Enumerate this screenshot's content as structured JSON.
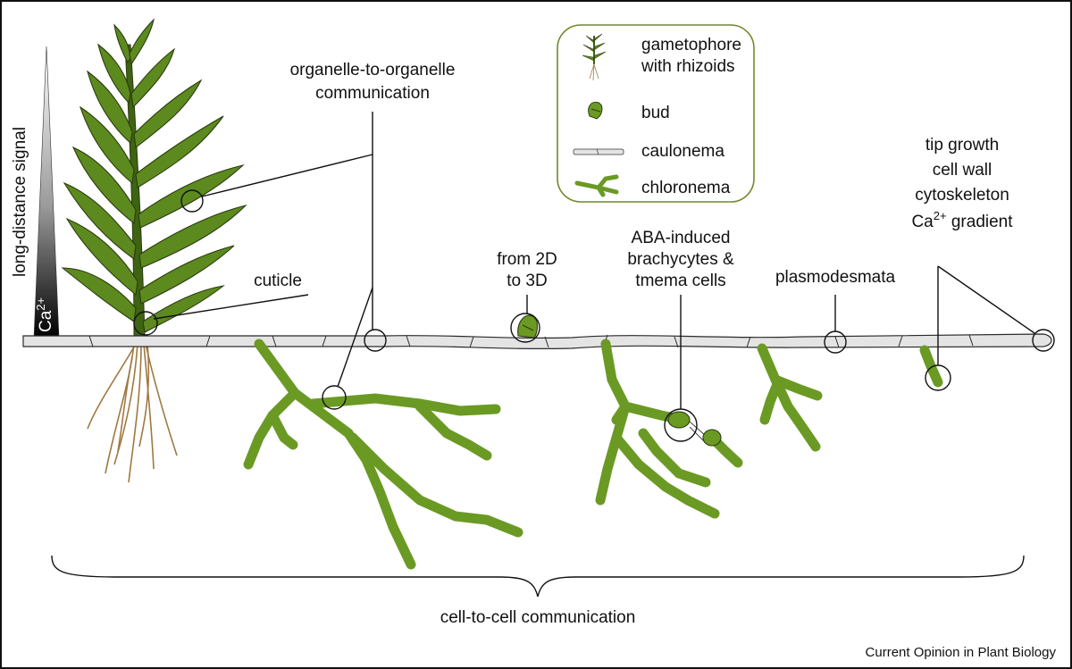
{
  "labels": {
    "organelle_line1": "organelle-to-organelle",
    "organelle_line2": "communication",
    "cuticle": "cuticle",
    "from2d_line1": "from 2D",
    "from2d_line2": "to 3D",
    "aba_line1": "ABA-induced",
    "aba_line2": "brachycytes &",
    "aba_line3": "tmema cells",
    "plasmodesmata": "plasmodesmata",
    "tip_line1": "tip growth",
    "tip_line2": "cell wall",
    "tip_line3": "cytoskeleton",
    "tip_line4_prefix": "Ca",
    "tip_line4_sup": "2+",
    "tip_line4_suffix": " gradient",
    "long_distance": "long-distance signal",
    "ca_base": "Ca",
    "ca_sup": "2+",
    "cell_to_cell": "cell-to-cell communication",
    "credit": "Current Opinion in Plant Biology"
  },
  "legend": {
    "items": [
      {
        "line1": "gametophore",
        "line2": "with rhizoids",
        "icon": "gametophore-icon"
      },
      {
        "line1": "bud",
        "icon": "bud-icon"
      },
      {
        "line1": "caulonema",
        "icon": "caulonema-icon"
      },
      {
        "line1": "chloronema",
        "icon": "chloronema-icon"
      }
    ]
  },
  "colors": {
    "leaf_green": "#5c8a1e",
    "leaf_dark": "#3e6312",
    "chloronema": "#6a9a24",
    "caulonema": "#e4e4e4",
    "rhizoid": "#a07840",
    "legend_border": "#6f8a2a",
    "frame": "#111111"
  }
}
